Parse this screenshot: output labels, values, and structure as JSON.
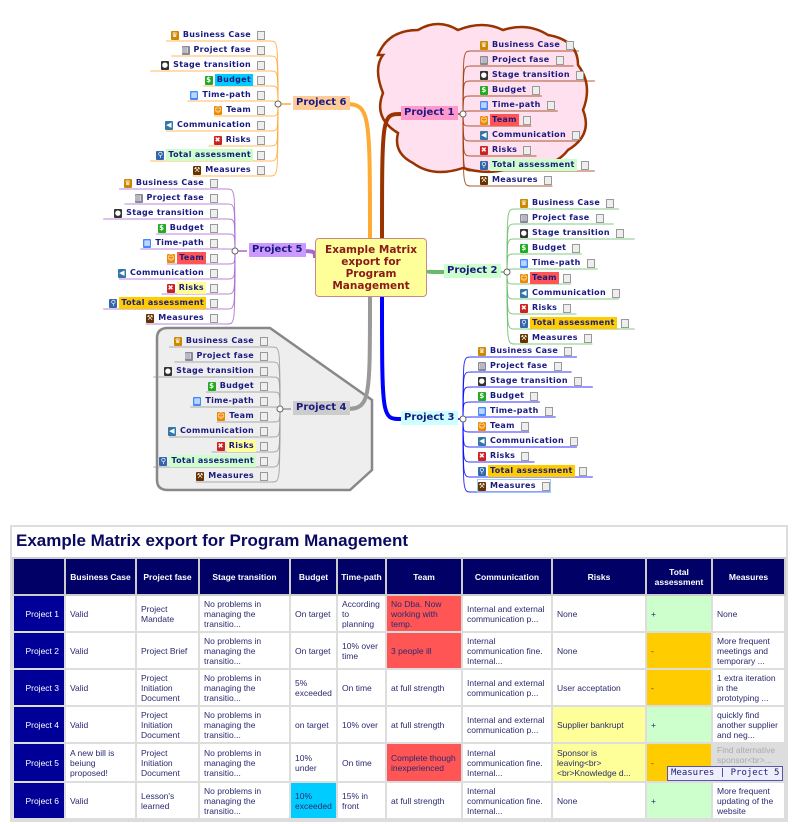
{
  "map": {
    "center": "Example Matrix export for Program Management",
    "children": [
      "Business Case",
      "Project fase",
      "Stage transition",
      "Budget",
      "Time-path",
      "Team",
      "Communication",
      "Risks",
      "Total assessment",
      "Measures"
    ],
    "projects": [
      {
        "name": "Project 6",
        "color": "#ffaa33",
        "label_bg": "#ffcc99",
        "side": "left",
        "highlights": {
          "3": "#00ccff",
          "8": "#ccffcc"
        }
      },
      {
        "name": "Project 1",
        "color": "#993300",
        "label_bg": "#ff99cc",
        "side": "right",
        "boundary": "cloud",
        "boundary_fill": "#ffe0ee",
        "highlights": {
          "5": "#ff5555",
          "8": "#ccffcc"
        }
      },
      {
        "name": "Project 5",
        "color": "#aa66cc",
        "label_bg": "#cc99ff",
        "side": "left",
        "highlights": {
          "5": "#ff5555",
          "7": "#ffff99",
          "8": "#ffcc00"
        }
      },
      {
        "name": "Project 2",
        "color": "#66bb66",
        "label_bg": "#ccffcc",
        "side": "right",
        "highlights": {
          "5": "#ff5555",
          "8": "#ffcc00"
        }
      },
      {
        "name": "Project 4",
        "color": "#999999",
        "label_bg": "#cccccc",
        "side": "left",
        "boundary": "polygon",
        "boundary_fill": "#eeeeee",
        "highlights": {
          "7": "#ffff99",
          "8": "#ccffcc"
        }
      },
      {
        "name": "Project 3",
        "color": "#0000ff",
        "label_bg": "#ccffff",
        "side": "right",
        "highlights": {
          "8": "#ffcc00"
        },
        "selected": 9
      }
    ],
    "icons": [
      "trophy-icon",
      "folder-icon",
      "traffic-light-icon",
      "dollar-icon",
      "calendar-icon",
      "team-icon",
      "communication-icon",
      "risk-icon",
      "magnifier-icon",
      "measures-icon"
    ]
  },
  "table": {
    "title": "Example Matrix export for Program Management",
    "headers": [
      "",
      "Business Case",
      "Project fase",
      "Stage transition",
      "Budget",
      "Time-path",
      "Team",
      "Communication",
      "Risks",
      "Total assessment",
      "Measures"
    ],
    "rows": [
      {
        "cells": [
          "Project 1",
          "Valid",
          "Project Mandate",
          "No problems in managing the transitio...",
          "On target",
          "According to planning",
          "No Dba. Now working with temp.",
          "Internal and external communication p...",
          "None",
          "+",
          "None"
        ],
        "colors": {
          "6": "#ff5555",
          "9": "#ccffcc"
        }
      },
      {
        "cells": [
          "Project 2",
          "Valid",
          "Project Brief",
          "No problems in managing the transitio...",
          "On target",
          "10% over time",
          "3 people ill",
          "Internal communication fine. Internal...",
          "None",
          "-",
          "More frequent meetings and temporary ..."
        ],
        "colors": {
          "6": "#ff5555",
          "9": "#ffcc00"
        }
      },
      {
        "cells": [
          "Project 3",
          "Valid",
          "Project Initiation Document",
          "No problems in managing the transitio...",
          "5% exceeded",
          "On time",
          "at full strength",
          "Internal and external communication p...",
          "User acceptation",
          "-",
          "1 extra iteration in the prototyping ..."
        ],
        "colors": {
          "9": "#ffcc00"
        }
      },
      {
        "cells": [
          "Project 4",
          "Valid",
          "Project Initiation Document",
          "No problems in managing the transitio...",
          "on target",
          "10% over",
          "at full strength",
          "Internal and external communication p...",
          "Supplier bankrupt",
          "+",
          "quickly find another supplier and neg..."
        ],
        "colors": {
          "8": "#ffff99",
          "9": "#ccffcc"
        }
      },
      {
        "cells": [
          "Project 5",
          "A new bill is beiung proposed!",
          "Project Initiation Document",
          "No problems in managing the transitio...",
          "10% under",
          "On time",
          "Complete though inexperienced",
          "Internal communication fine. Internal...",
          "Sponsor is leaving<br><br>Knowledge d...",
          "-",
          "Find alternative sponsor<br>..."
        ],
        "colors": {
          "6": "#ff5555",
          "8": "#ffff99",
          "9": "#ffcc00",
          "10": "#dddddd"
        }
      },
      {
        "cells": [
          "Project 6",
          "Valid",
          "Lesson's learned",
          "No problems in managing the transitio...",
          "10% exceeded",
          "15% in front",
          "at full strength",
          "Internal communication fine. Internal...",
          "None",
          "+",
          "More frequent updating of the website"
        ],
        "colors": {
          "4": "#00ccff",
          "9": "#ccffcc"
        }
      }
    ],
    "tooltip": "Measures | Project 5"
  }
}
